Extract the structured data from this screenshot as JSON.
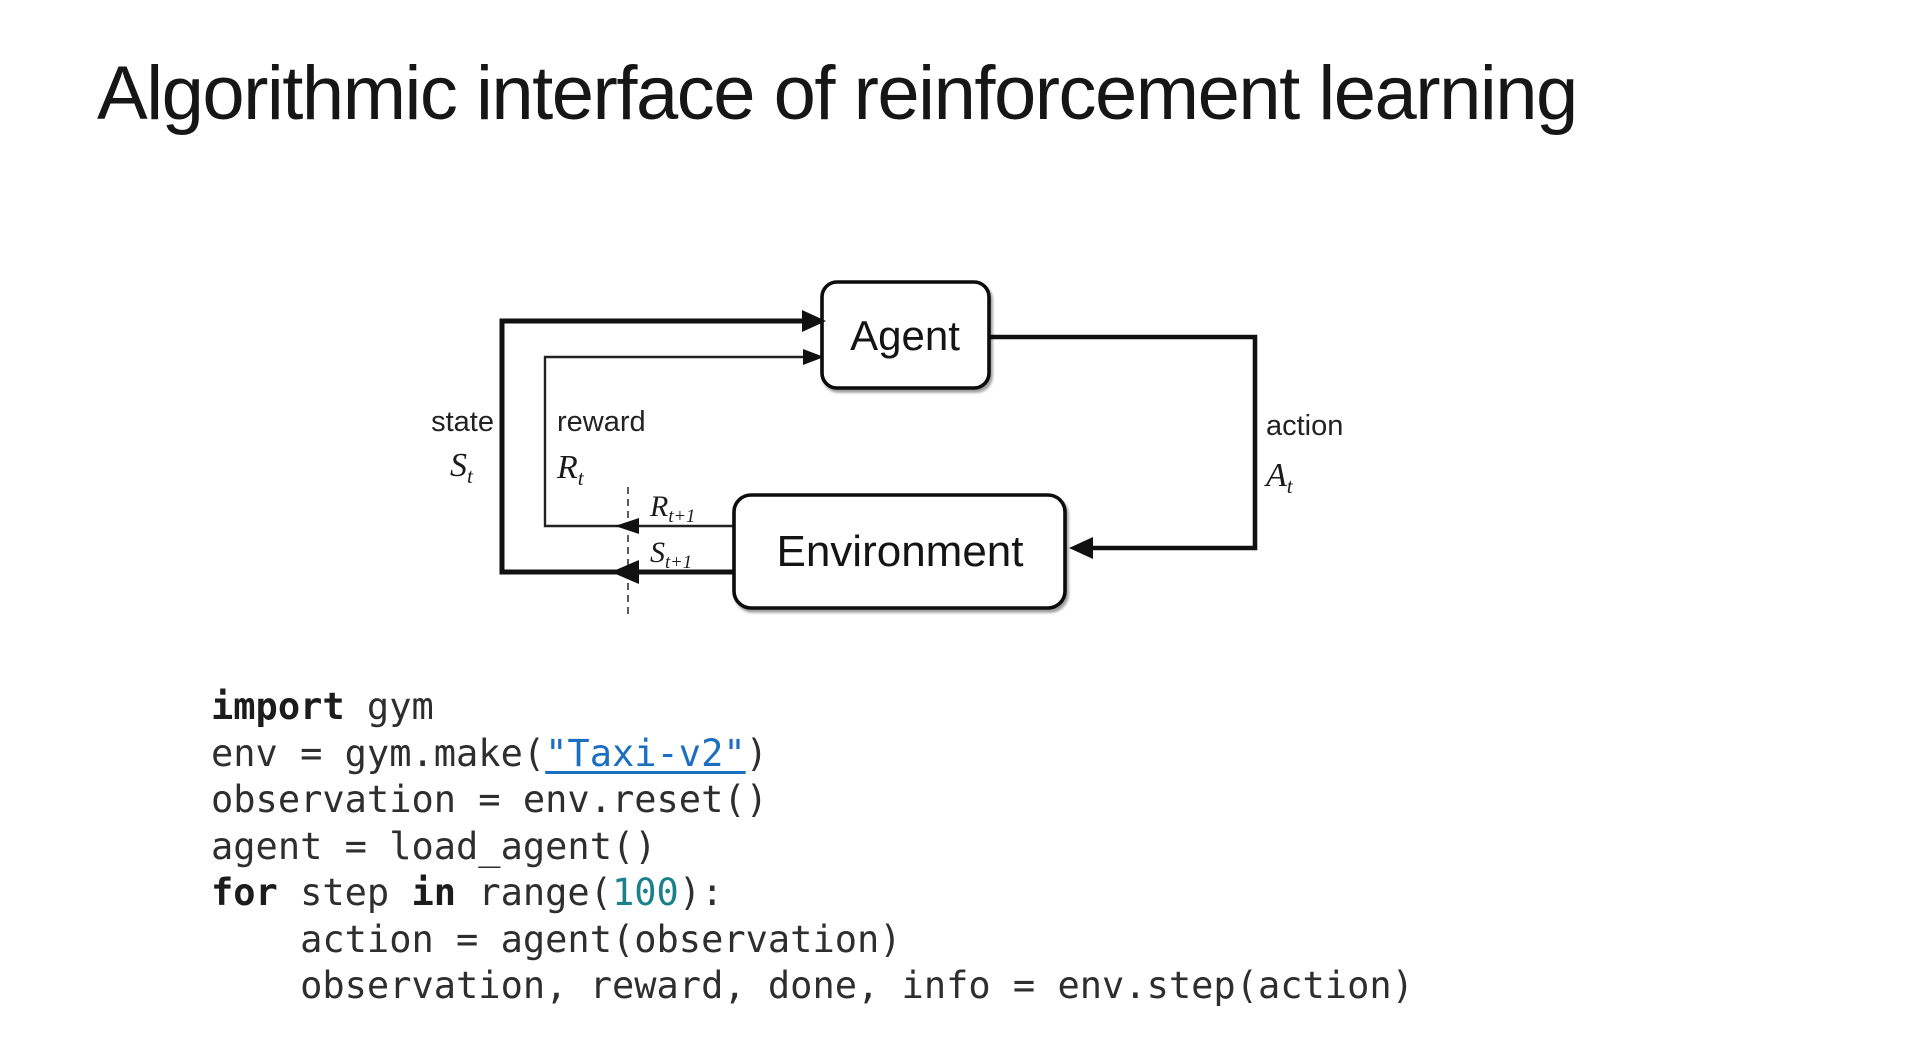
{
  "title": "Algorithmic interface of reinforcement learning",
  "diagram": {
    "agent_label": "Agent",
    "environment_label": "Environment",
    "state": {
      "label": "state",
      "symbol": "S",
      "sub": "t"
    },
    "reward": {
      "label": "reward",
      "symbol": "R",
      "sub": "t"
    },
    "action": {
      "label": "action",
      "symbol": "A",
      "sub": "t"
    },
    "next_reward": {
      "symbol": "R",
      "sub": "t+1"
    },
    "next_state": {
      "symbol": "S",
      "sub": "t+1"
    }
  },
  "code": {
    "lines": [
      [
        [
          "kw",
          "import"
        ],
        [
          "pl",
          " gym"
        ]
      ],
      [
        [
          "pl",
          "env = gym.make("
        ],
        [
          "link",
          "\"Taxi-v2\""
        ],
        [
          "pl",
          ")"
        ]
      ],
      [
        [
          "pl",
          "observation = env.reset()"
        ]
      ],
      [
        [
          "pl",
          "agent = load_agent()"
        ]
      ],
      [
        [
          "kw",
          "for"
        ],
        [
          "pl",
          " step "
        ],
        [
          "kw",
          "in"
        ],
        [
          "pl",
          " range("
        ],
        [
          "num",
          "100"
        ],
        [
          "pl",
          "):"
        ]
      ],
      [
        [
          "pl",
          "    action = agent(observation)"
        ]
      ],
      [
        [
          "pl",
          "    observation, reward, done, info = env.step(action)"
        ]
      ]
    ]
  },
  "colors": {
    "background": "#ffffff",
    "title_text": "#161616",
    "diagram_stroke": "#111111",
    "code_text": "#2e2e2e",
    "link_blue": "#1b6fc0",
    "number_teal": "#1a818a"
  }
}
